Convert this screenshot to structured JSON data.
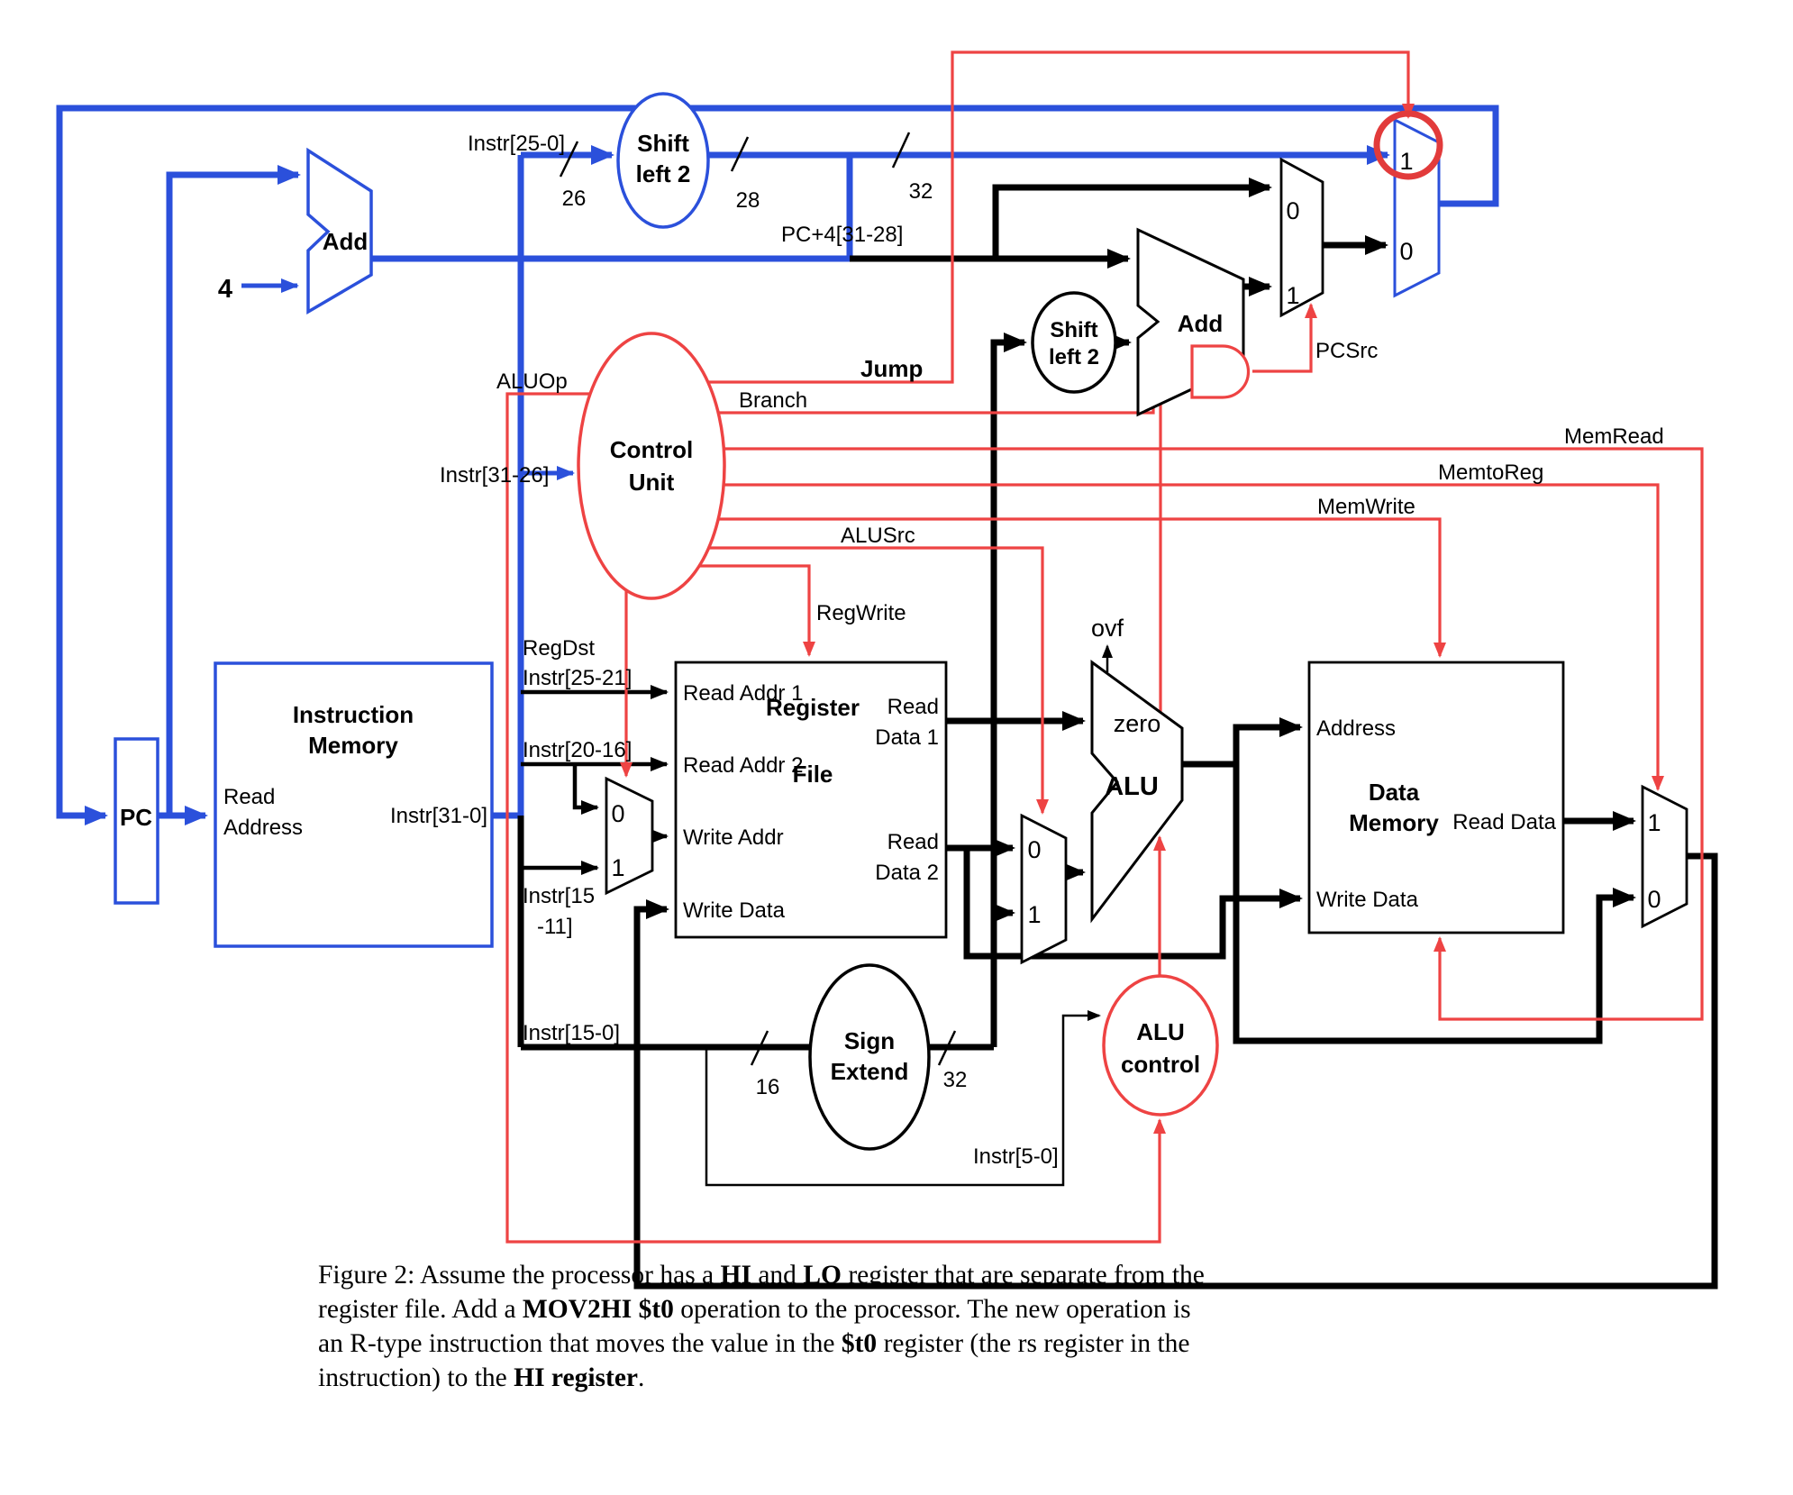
{
  "colors": {
    "accent_blue": "#2b50db",
    "accent_red": "#ee4343",
    "highlight_red": "#e23b3b",
    "black": "#000000"
  },
  "lbl": {
    "blocks": {
      "pc": "PC",
      "imem1": "Instruction",
      "imem2": "Memory",
      "imemRead": "Read",
      "imemAddr": "Address",
      "imemOut": "Instr[31-0]",
      "rf1": "Register",
      "rf2": "File",
      "rfRa1": "Read Addr 1",
      "rfRa2": "Read Addr 2",
      "rfWa": "Write Addr",
      "rfWd": "Write Data",
      "rfRd1a": "Read",
      "rfRd1b": "Data 1",
      "rfRd2a": "Read",
      "rfRd2b": "Data 2",
      "dm1": "Data",
      "dm2": "Memory",
      "dmAddr": "Address",
      "dmRd": "Read Data",
      "dmWd": "Write Data",
      "alu": "ALU",
      "zero": "zero",
      "ovf": "ovf",
      "aluctl1": "ALU",
      "aluctl2": "control",
      "sign1": "Sign",
      "sign2": "Extend",
      "shiftA1": "Shift",
      "shiftA2": "left 2",
      "shiftB1": "Shift",
      "shiftB2": "left 2",
      "ctrl1": "Control",
      "ctrl2": "Unit",
      "addPc": "Add",
      "addBr": "Add",
      "four": "4"
    },
    "signals": {
      "jump": "Jump",
      "branch": "Branch",
      "pcsrc": "PCSrc",
      "memread": "MemRead",
      "memtoreg": "MemtoReg",
      "memwrite": "MemWrite",
      "alusrc": "ALUSrc",
      "regwrite": "RegWrite",
      "regdst": "RegDst",
      "aluop": "ALUOp"
    },
    "fields": {
      "i25_0": "Instr[25-0]",
      "i31_26": "Instr[31-26]",
      "i25_21": "Instr[25-21]",
      "i20_16": "Instr[20-16]",
      "i15_11a": "Instr[15",
      "i15_11b": "-11]",
      "i15_0": "Instr[15-0]",
      "i5_0": "Instr[5-0]"
    },
    "widths": {
      "w26": "26",
      "w28": "28",
      "w32a": "32",
      "w16": "16",
      "w32b": "32",
      "pc4": "PC+4[31-28]"
    },
    "mux": {
      "br0": "0",
      "br1": "1",
      "j1": "1",
      "j0": "0",
      "rd0": "0",
      "rd1": "1",
      "as0": "0",
      "as1": "1",
      "wb1": "1",
      "wb0": "0"
    }
  },
  "caption": {
    "lines": [
      [
        {
          "t": "Figure 2:  Assume the processor has a "
        },
        {
          "t": "HI",
          "b": true
        },
        {
          "t": " and "
        },
        {
          "t": "LO",
          "b": true
        },
        {
          "t": " register that are separate from the"
        }
      ],
      [
        {
          "t": "register file.  Add a "
        },
        {
          "t": "MOV2HI $t0",
          "b": true
        },
        {
          "t": " operation to the processor.  The new operation is"
        }
      ],
      [
        {
          "t": "an R-type instruction that moves the value in the "
        },
        {
          "t": "$t0",
          "b": true
        },
        {
          "t": " register (the rs register in the"
        }
      ],
      [
        {
          "t": "instruction) to the "
        },
        {
          "t": "HI register",
          "b": true
        },
        {
          "t": "."
        }
      ]
    ]
  }
}
